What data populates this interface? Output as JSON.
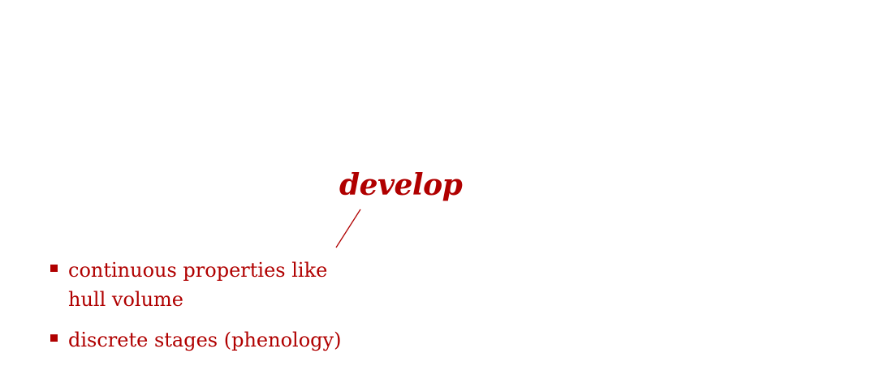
{
  "colors": {
    "accent": "#b00000",
    "text": "#b00000",
    "background": "#ffffff"
  },
  "callout": {
    "label": "develop"
  },
  "bullets": [
    {
      "text": "continuous properties like hull volume"
    },
    {
      "text": "discrete stages (phenology)"
    }
  ]
}
